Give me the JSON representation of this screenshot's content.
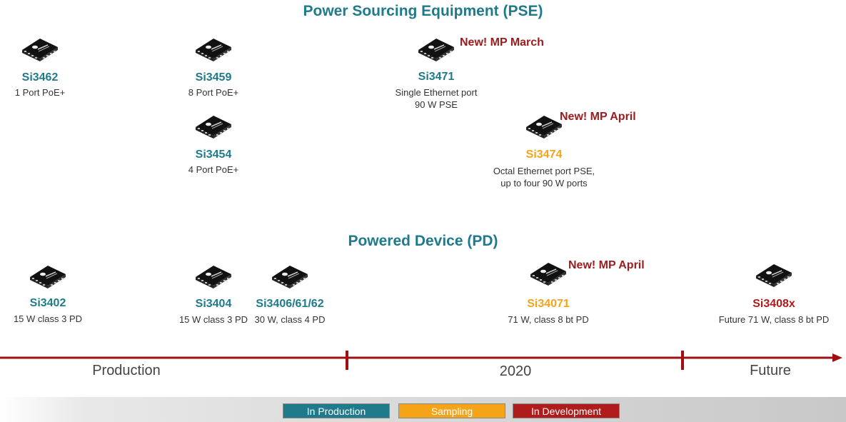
{
  "colors": {
    "production": "#1f7a8c",
    "sampling": "#f5a418",
    "development": "#b01c1c",
    "new_tag": "#9b1c1c",
    "timeline": "#a01010"
  },
  "pse": {
    "title": "Power Sourcing Equipment (PSE)",
    "products": [
      {
        "name": "Si3462",
        "desc": [
          "1 Port PoE+"
        ],
        "status": "production",
        "icon": "chip-icon"
      },
      {
        "name": "Si3459",
        "desc": [
          "8 Port PoE+"
        ],
        "status": "production",
        "icon": "chip-icon"
      },
      {
        "name": "Si3454",
        "desc": [
          "4 Port PoE+"
        ],
        "status": "production",
        "icon": "chip-icon"
      },
      {
        "name": "Si3471",
        "desc": [
          "Single Ethernet port",
          "90 W PSE"
        ],
        "status": "production",
        "new": "New! MP March",
        "icon": "chip-icon"
      },
      {
        "name": "Si3474",
        "desc": [
          "Octal Ethernet port PSE,",
          "up to four 90 W ports"
        ],
        "status": "sampling",
        "new": "New! MP April",
        "icon": "chip-icon"
      }
    ]
  },
  "pd": {
    "title": "Powered Device (PD)",
    "products": [
      {
        "name": "Si3402",
        "desc": [
          "15 W class 3 PD"
        ],
        "status": "production",
        "icon": "chip-icon"
      },
      {
        "name": "Si3404",
        "desc": [
          "15 W class 3 PD"
        ],
        "status": "production",
        "icon": "chip-icon"
      },
      {
        "name": "Si3406/61/62",
        "desc": [
          "30 W, class 4 PD"
        ],
        "status": "production",
        "icon": "chip-icon"
      },
      {
        "name": "Si34071",
        "desc": [
          "71 W, class 8 bt PD"
        ],
        "status": "sampling",
        "new": "New! MP April",
        "icon": "chip-icon"
      },
      {
        "name": "Si3408x",
        "desc": [
          "Future 71 W, class 8 bt PD"
        ],
        "status": "development",
        "icon": "chip-icon"
      }
    ]
  },
  "timeline": {
    "phases": [
      "Production",
      "2020",
      "Future"
    ]
  },
  "legend": [
    {
      "label": "In Production",
      "status": "production"
    },
    {
      "label": "Sampling",
      "status": "sampling"
    },
    {
      "label": "In Development",
      "status": "development"
    }
  ]
}
